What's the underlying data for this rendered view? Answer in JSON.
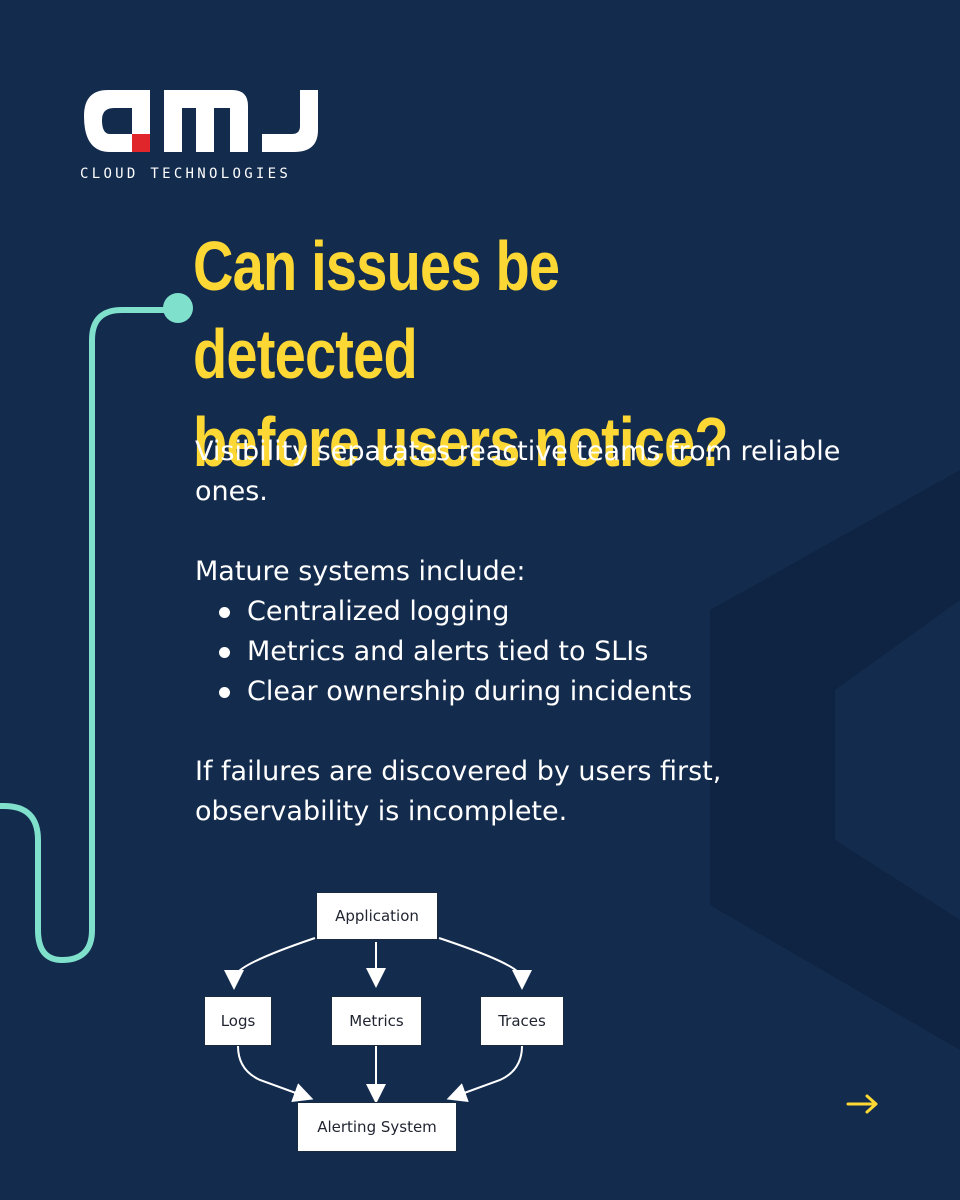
{
  "brand": {
    "name": "AMJ",
    "tagline": "CLOUD TECHNOLOGIES"
  },
  "headline": {
    "line1": "Can issues be detected",
    "line2": "before users notice?"
  },
  "body": {
    "intro": "Visibility separates reactive teams from reliable ones.",
    "list_heading": "Mature systems include:",
    "bullets": [
      "Centralized logging",
      "Metrics and alerts tied to SLIs",
      "Clear ownership during incidents"
    ],
    "conclusion": "If failures are discovered by users first, observability is incomplete."
  },
  "diagram": {
    "top": "Application",
    "middle": [
      "Logs",
      "Metrics",
      "Traces"
    ],
    "bottom": "Alerting System"
  },
  "colors": {
    "background": "#132b4d",
    "accent_yellow": "#fdd835",
    "accent_teal": "#7fe0cc",
    "logo_red": "#e0262a"
  },
  "icons": {
    "next": "arrow-right-icon"
  }
}
